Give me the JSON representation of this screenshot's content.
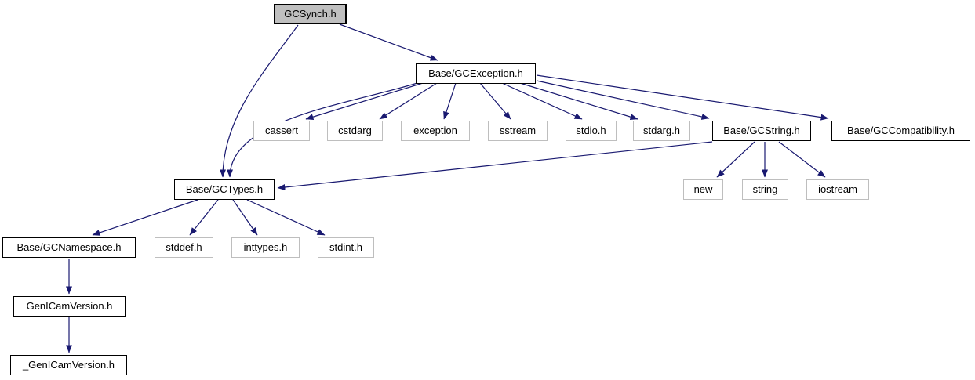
{
  "diagram": {
    "type": "include-dependency-graph",
    "root": "GCSynch.h",
    "colors": {
      "edge": "#191970",
      "node_border": "#000000",
      "external_node_border": "#bebebe",
      "main_node_fill": "#bfbfbf",
      "node_fill": "#ffffff",
      "text": "#000000",
      "background": "#ffffff"
    },
    "nodes": [
      {
        "id": "gcsynch",
        "label": "GCSynch.h",
        "kind": "main"
      },
      {
        "id": "gcexception",
        "label": "Base/GCException.h",
        "kind": "internal"
      },
      {
        "id": "cassert",
        "label": "cassert",
        "kind": "external"
      },
      {
        "id": "cstdarg",
        "label": "cstdarg",
        "kind": "external"
      },
      {
        "id": "exception",
        "label": "exception",
        "kind": "external"
      },
      {
        "id": "sstream",
        "label": "sstream",
        "kind": "external"
      },
      {
        "id": "stdio",
        "label": "stdio.h",
        "kind": "external"
      },
      {
        "id": "stdarg",
        "label": "stdarg.h",
        "kind": "external"
      },
      {
        "id": "gcstring",
        "label": "Base/GCString.h",
        "kind": "internal"
      },
      {
        "id": "gccompatibility",
        "label": "Base/GCCompatibility.h",
        "kind": "internal"
      },
      {
        "id": "gctypes",
        "label": "Base/GCTypes.h",
        "kind": "internal"
      },
      {
        "id": "new",
        "label": "new",
        "kind": "external"
      },
      {
        "id": "string",
        "label": "string",
        "kind": "external"
      },
      {
        "id": "iostream",
        "label": "iostream",
        "kind": "external"
      },
      {
        "id": "gcnamespace",
        "label": "Base/GCNamespace.h",
        "kind": "internal"
      },
      {
        "id": "stddef",
        "label": "stddef.h",
        "kind": "external"
      },
      {
        "id": "inttypes",
        "label": "inttypes.h",
        "kind": "external"
      },
      {
        "id": "stdint",
        "label": "stdint.h",
        "kind": "external"
      },
      {
        "id": "genicamversion",
        "label": "GenICamVersion.h",
        "kind": "internal"
      },
      {
        "id": "_genicamversion",
        "label": "_GenICamVersion.h",
        "kind": "internal"
      }
    ],
    "edges": [
      {
        "from": "GCSynch.h",
        "to": "Base/GCException.h"
      },
      {
        "from": "GCSynch.h",
        "to": "Base/GCTypes.h"
      },
      {
        "from": "Base/GCException.h",
        "to": "Base/GCTypes.h"
      },
      {
        "from": "Base/GCException.h",
        "to": "cassert"
      },
      {
        "from": "Base/GCException.h",
        "to": "cstdarg"
      },
      {
        "from": "Base/GCException.h",
        "to": "exception"
      },
      {
        "from": "Base/GCException.h",
        "to": "sstream"
      },
      {
        "from": "Base/GCException.h",
        "to": "stdio.h"
      },
      {
        "from": "Base/GCException.h",
        "to": "stdarg.h"
      },
      {
        "from": "Base/GCException.h",
        "to": "Base/GCString.h"
      },
      {
        "from": "Base/GCException.h",
        "to": "Base/GCCompatibility.h"
      },
      {
        "from": "Base/GCString.h",
        "to": "Base/GCTypes.h"
      },
      {
        "from": "Base/GCString.h",
        "to": "new"
      },
      {
        "from": "Base/GCString.h",
        "to": "string"
      },
      {
        "from": "Base/GCString.h",
        "to": "iostream"
      },
      {
        "from": "Base/GCTypes.h",
        "to": "Base/GCNamespace.h"
      },
      {
        "from": "Base/GCTypes.h",
        "to": "stddef.h"
      },
      {
        "from": "Base/GCTypes.h",
        "to": "inttypes.h"
      },
      {
        "from": "Base/GCTypes.h",
        "to": "stdint.h"
      },
      {
        "from": "Base/GCNamespace.h",
        "to": "GenICamVersion.h"
      },
      {
        "from": "GenICamVersion.h",
        "to": "_GenICamVersion.h"
      }
    ]
  }
}
